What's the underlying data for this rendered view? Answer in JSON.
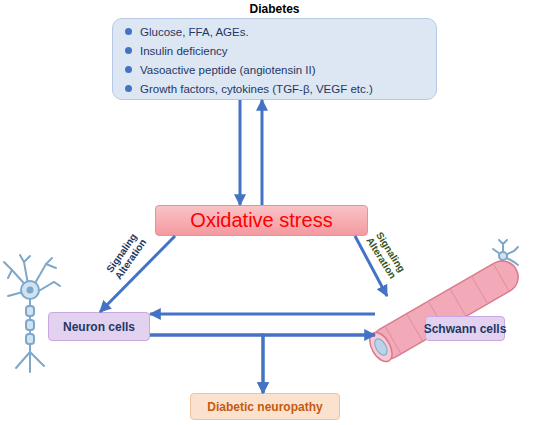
{
  "diagram": {
    "nodes": [
      {
        "text": [
          "Diabetes",
          "Glucose, FFA, AGEs.",
          "Insulin deficiency",
          "Vasoactive peptide (angiotensin II)",
          "Growth factors, cytokines (TGF-β, VEGF etc.)"
        ]
      },
      {
        "text": [
          "Oxidative stress"
        ]
      },
      {
        "text": [
          "Neuron cells"
        ]
      },
      {
        "text": [
          "Schwann cells"
        ]
      },
      {
        "text": [
          "Diabetic neuropathy"
        ]
      }
    ],
    "edges": [
      {
        "from": 0,
        "to": 1,
        "arrow": "to"
      },
      {
        "from": 1,
        "to": 0,
        "arrow": "to"
      },
      {
        "from": 1,
        "to": 2,
        "label": "Signaling Alteration",
        "arrow": "to"
      },
      {
        "from": 1,
        "to": 3,
        "label": "Signaling Alteration",
        "arrow": "to"
      },
      {
        "from": 3,
        "to": 2,
        "arrow": "to"
      },
      {
        "from": 2,
        "to": 3,
        "arrow": "to"
      },
      {
        "from": 2,
        "to": 4,
        "arrow": "to"
      },
      {
        "from": 3,
        "to": 4,
        "arrow": "to"
      }
    ]
  }
}
